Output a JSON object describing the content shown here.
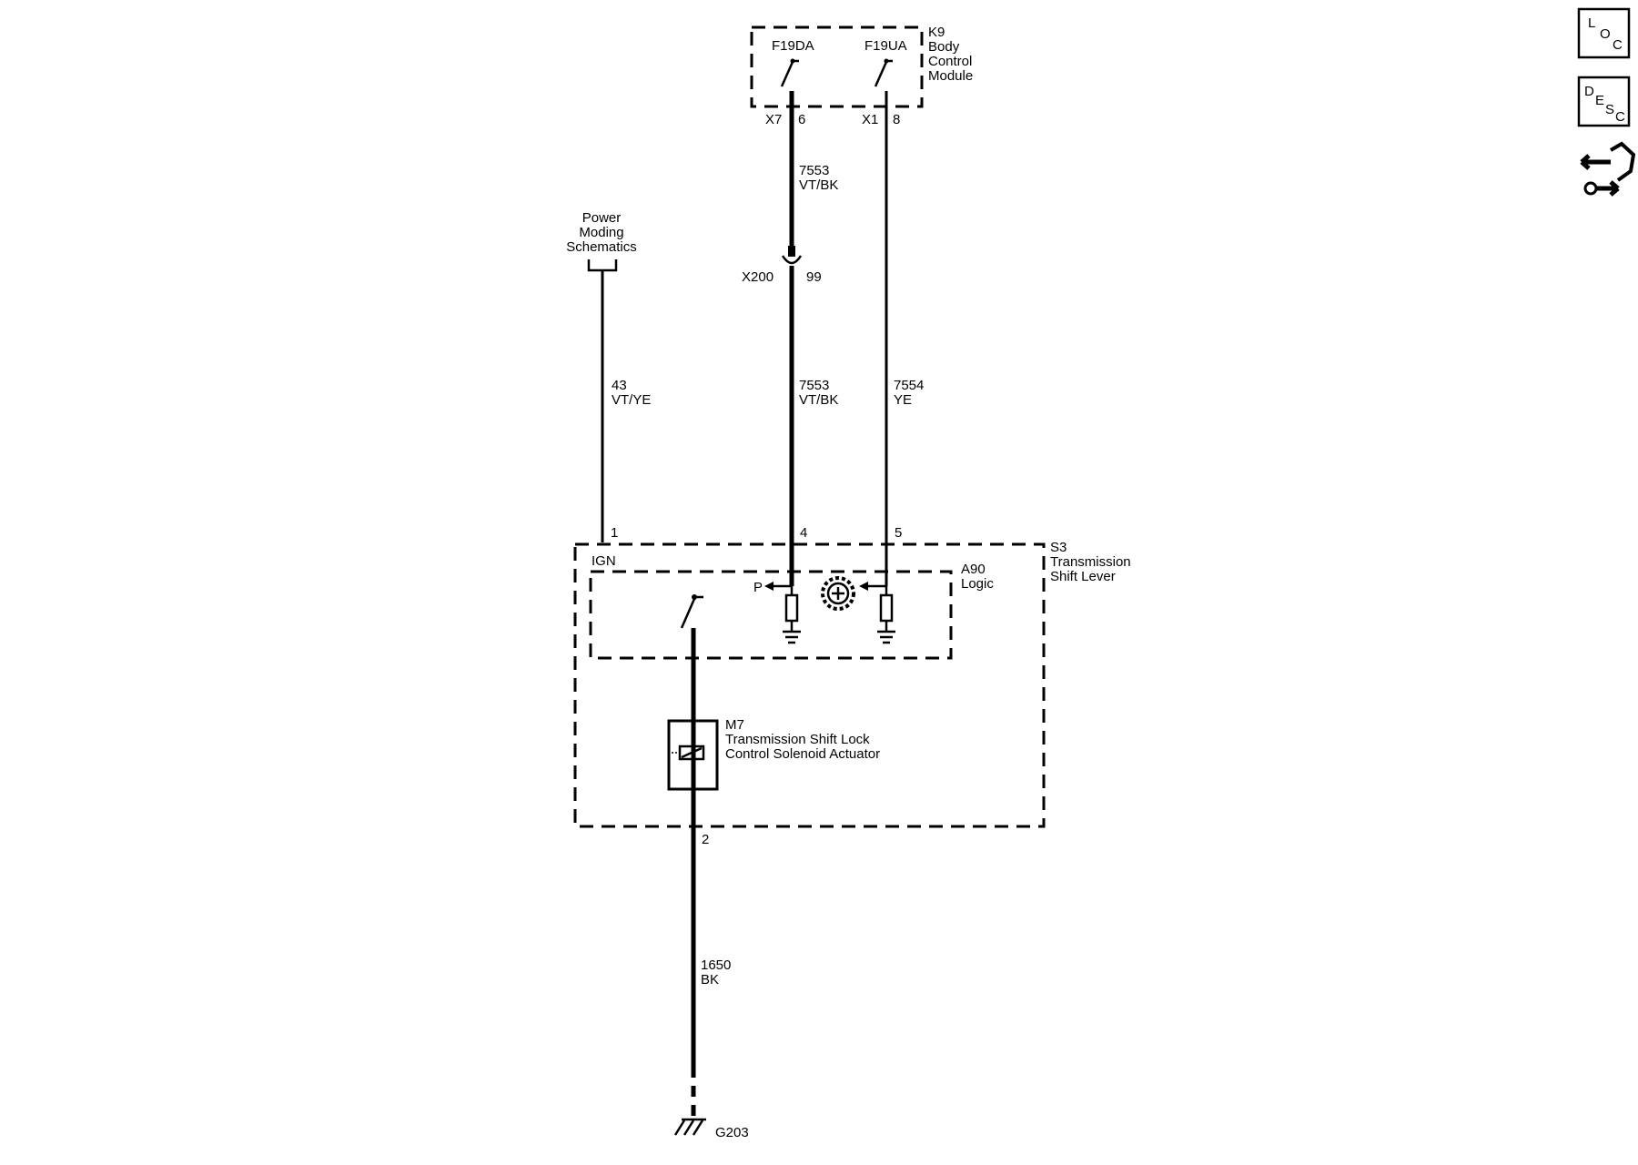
{
  "modules": {
    "k9": {
      "ref": "K9",
      "name_lines": [
        "Body",
        "Control",
        "Module"
      ]
    },
    "s3": {
      "ref": "S3",
      "name_lines": [
        "Transmission",
        "Shift Lever"
      ]
    },
    "a90": {
      "ref": "A90",
      "name": "Logic"
    },
    "m7": {
      "ref": "M7",
      "name_lines": [
        "Transmission Shift Lock",
        "Control Solenoid Actuator"
      ]
    }
  },
  "outputs": {
    "left": "F19DA",
    "right": "F19UA"
  },
  "connectors": {
    "k9_left": {
      "conn": "X7",
      "pin": "6"
    },
    "k9_right": {
      "conn": "X1",
      "pin": "8"
    },
    "inline": {
      "conn": "X200",
      "pin": "99"
    },
    "s3_pin1": "1",
    "s3_pin4": "4",
    "s3_pin5": "5",
    "s3_pin2": "2"
  },
  "wires": {
    "w7553_upper": {
      "circuit": "7553",
      "color": "VT/BK"
    },
    "w7553_lower": {
      "circuit": "7553",
      "color": "VT/BK"
    },
    "w7554": {
      "circuit": "7554",
      "color": "YE"
    },
    "w43": {
      "circuit": "43",
      "color": "VT/YE"
    },
    "w1650": {
      "circuit": "1650",
      "color": "BK"
    }
  },
  "reference": {
    "lines": [
      "Power",
      "Moding",
      "Schematics"
    ]
  },
  "labels": {
    "ign": "IGN",
    "park": "P"
  },
  "ground": {
    "ref": "G203"
  },
  "nav_buttons": [
    {
      "id": "loc",
      "l1": "L",
      "l2": "O",
      "l3": "C",
      "icon": "location-view-button"
    },
    {
      "id": "desc",
      "l1": "D",
      "l2": "E",
      "l3": "S",
      "l4": "C",
      "icon": "description-view-button"
    },
    {
      "id": "service",
      "icon": "connector-service-icon"
    }
  ]
}
